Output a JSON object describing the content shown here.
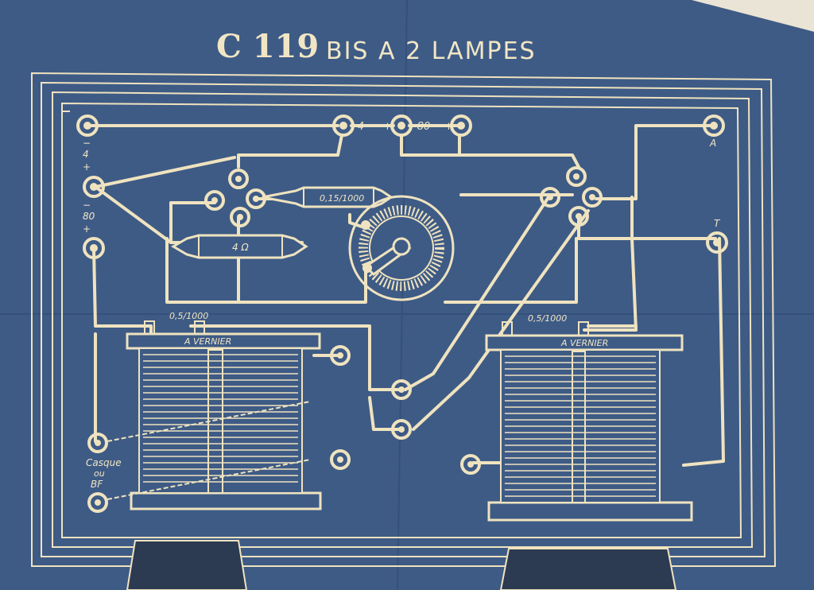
{
  "colors": {
    "paper": "#3e5b86",
    "ink": "#efe3bf",
    "background": "#2a2f38"
  },
  "title": {
    "model": "C 119",
    "subtitle": "BIS  A 2 LAMPES"
  },
  "labels": {
    "neg_4": "-4",
    "plus_neg": "+",
    "neg_80": "-80",
    "plus_80": "+",
    "antenna": "A",
    "earth": "T",
    "left_minus": "−",
    "left_4": "4",
    "left_plus": "+",
    "left_minus2": "−",
    "left_80": "80",
    "left_plus2": "+",
    "tube_resistor_1": "0,15/1000",
    "tube_resistor_2": "4 Ω",
    "cap_left": "0,5/1000",
    "cap_right": "0,5/1000",
    "vernier_left": "A VERNIER",
    "vernier_right": "A VERNIER",
    "casque_1": "Casque",
    "casque_2": "ou",
    "casque_3": "BF"
  }
}
